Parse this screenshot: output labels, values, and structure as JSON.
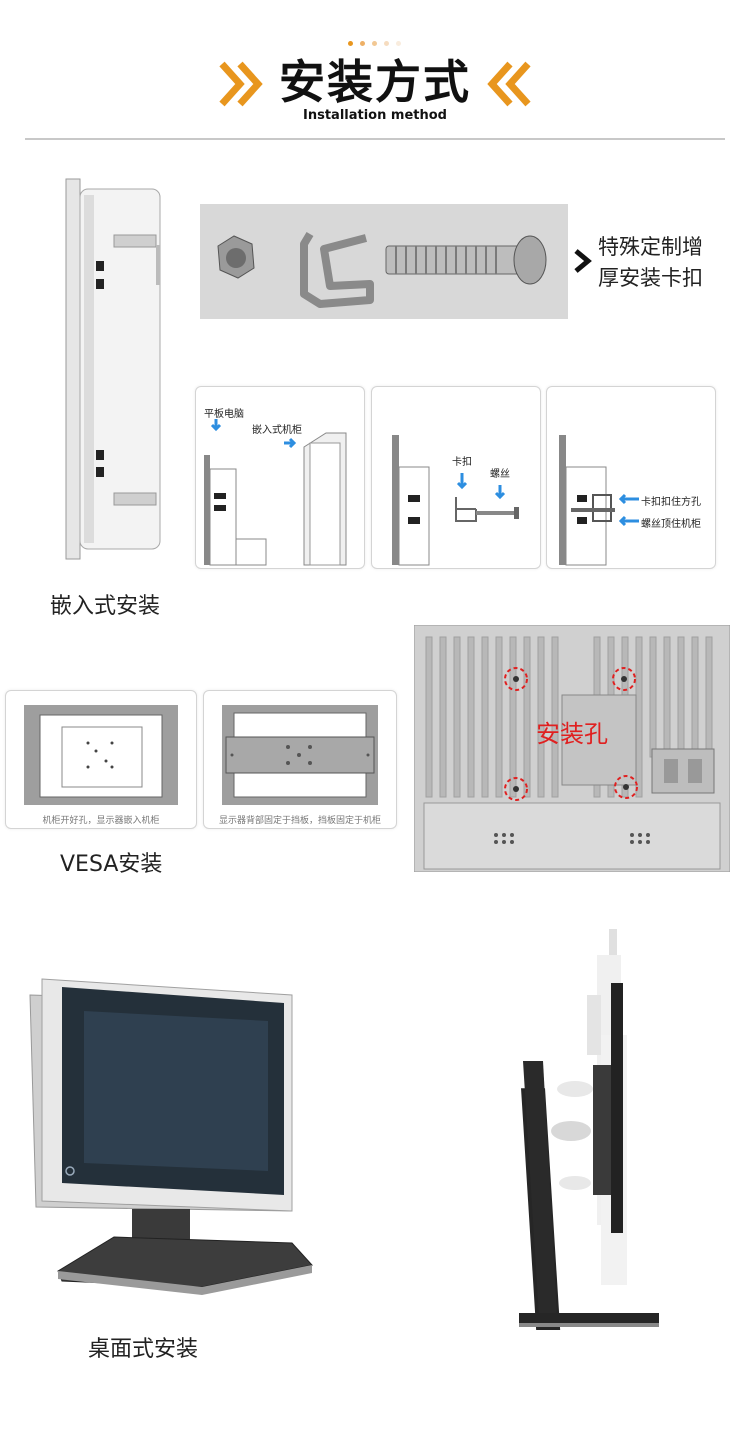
{
  "header": {
    "title": "安装方式",
    "subtitle": "Installation method",
    "accent_color": "#e8961e"
  },
  "embedded": {
    "label": "嵌入式安装",
    "callout": [
      "特殊定制增",
      "厚安装卡扣"
    ],
    "diagram1": {
      "tablet_label": "平板电脑",
      "cabinet_label": "嵌入式机柜"
    },
    "diagram2": {
      "clip_label": "卡扣",
      "screw_label": "螺丝"
    },
    "diagram3": {
      "clip_hold_label": "卡扣扣住方孔",
      "screw_hold_label": "螺丝顶住机柜"
    }
  },
  "vesa": {
    "label": "VESA安装",
    "caption_left": "机柜开好孔，显示器嵌入机柜",
    "caption_right": "显示器背部固定于挡板，挡板固定于机柜",
    "holes_label": "安装孔",
    "holes_color": "#e02020"
  },
  "desktop": {
    "label": "桌面式安装"
  }
}
